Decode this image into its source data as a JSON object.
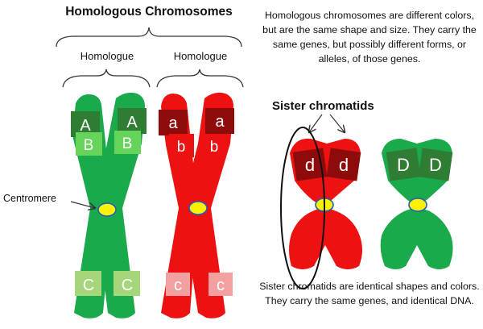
{
  "diagram": {
    "title": "Homologous Chromosomes",
    "homologue_left": "Homologue",
    "homologue_right": "Homologue",
    "centromere_label": "Centromere",
    "homologous_description": "Homologous chromosomes are different colors, but are the same shape and size. They carry the same genes, but possibly different forms, or alleles, of those genes.",
    "sister_title": "Sister chromatids",
    "sister_description": "Sister chromatids are identical shapes and colors. They carry the same genes, and identical DNA.",
    "green_chromosome": {
      "band_top": "A",
      "band_middle": "B",
      "band_bottom": "C"
    },
    "red_chromosome": {
      "band_top": "a",
      "band_middle": "b",
      "band_bottom": "c"
    },
    "red_sister": {
      "band": "d"
    },
    "green_sister": {
      "band": "D"
    }
  },
  "colors": {
    "green": "#1aaa4b",
    "green_band_dark": "#2e7d32",
    "green_band_light": "#66d45a",
    "green_band_pale": "#a5d67a",
    "red": "#ee1111",
    "red_band_dark": "#8e0b0b",
    "red_band_light": "#f2a0a0",
    "centromere": "#fff200",
    "centromere_outline": "#1f5fbf"
  }
}
